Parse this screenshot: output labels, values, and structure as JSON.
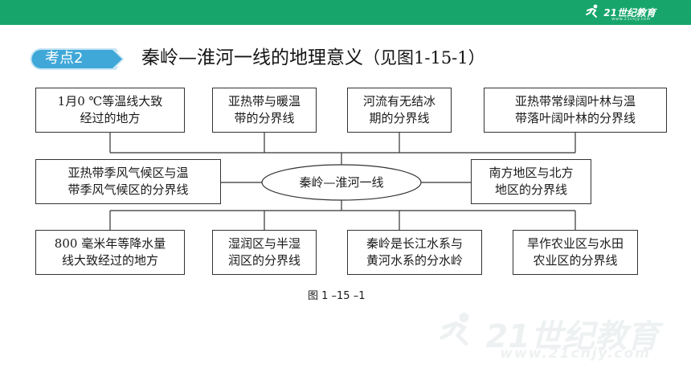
{
  "brand": {
    "logo_text": "21世纪教育",
    "url": "www.21cnjy.com"
  },
  "tag": {
    "label": "考点2"
  },
  "heading": {
    "title": "秦岭—淮河一线的地理意义",
    "figure_ref": "（见图1-15-1）"
  },
  "diagram": {
    "center": "秦岭—淮河一线",
    "top_boxes": [
      {
        "line1": "1月0 ℃等温线大致",
        "line2": "经过的地方"
      },
      {
        "line1": "亚热带与暖温",
        "line2": "带的分界线"
      },
      {
        "line1": "河流有无结冰",
        "line2": "期的分界线"
      },
      {
        "line1": "亚热带常绿阔叶林与温",
        "line2": "带落叶阔叶林的分界线"
      }
    ],
    "middle_left": {
      "line1": "亚热带季风气候区与温",
      "line2": "带季风气候区的分界线"
    },
    "middle_right": {
      "line1": "南方地区与北方",
      "line2": "地区的分界线"
    },
    "bottom_boxes": [
      {
        "line1": "800 毫米年等降水量",
        "line2": "线大致经过的地方"
      },
      {
        "line1": "湿润区与半湿",
        "line2": "润区的分界线"
      },
      {
        "line1": "秦岭是长江水系与",
        "line2": "黄河水系的分水岭"
      },
      {
        "line1": "旱作农业区与水田",
        "line2": "农业区的分界线"
      }
    ]
  },
  "caption": "图 1 –15 –1",
  "colors": {
    "topbar": "#17a56c",
    "tag": "#3fa8d8",
    "line": "#333333"
  },
  "watermark": {
    "logo_text": "21世纪教育",
    "url": "www.21cnjy.com"
  }
}
